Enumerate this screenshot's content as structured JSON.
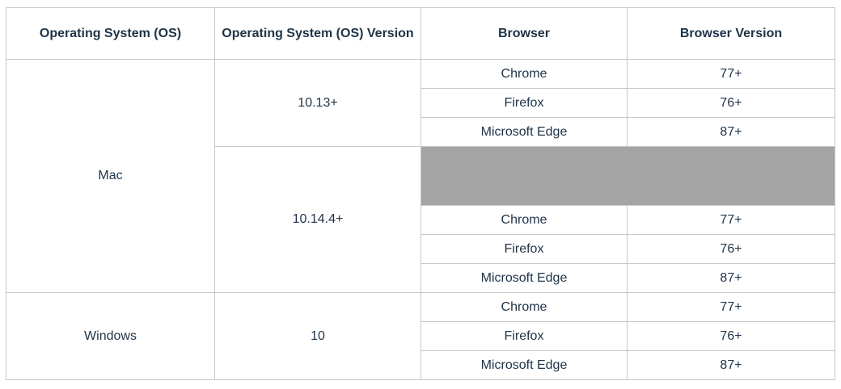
{
  "table": {
    "headers": [
      "Operating System (OS)",
      "Operating System (OS) Version",
      "Browser",
      "Browser Version"
    ],
    "groups": [
      {
        "os": "Mac",
        "versions": [
          {
            "version": "10.13+",
            "rows": [
              {
                "browser": "Chrome",
                "browser_version": "77+"
              },
              {
                "browser": "Firefox",
                "browser_version": "76+"
              },
              {
                "browser": "Microsoft Edge",
                "browser_version": "87+"
              }
            ]
          },
          {
            "version": "10.14.4+",
            "rows": [
              {
                "browser": "Chrome",
                "browser_version": "77+"
              },
              {
                "browser": "Firefox",
                "browser_version": "76+"
              },
              {
                "browser": "Microsoft Edge",
                "browser_version": "87+"
              }
            ]
          }
        ]
      },
      {
        "os": "Windows",
        "versions": [
          {
            "version": "10",
            "rows": [
              {
                "browser": "Chrome",
                "browser_version": "77+"
              },
              {
                "browser": "Firefox",
                "browser_version": "76+"
              },
              {
                "browser": "Microsoft Edge",
                "browser_version": "87+"
              }
            ]
          }
        ]
      }
    ]
  },
  "colors": {
    "text": "#1f3347",
    "border": "#c9c9c9",
    "shaded_row": "#a4a4a4"
  }
}
